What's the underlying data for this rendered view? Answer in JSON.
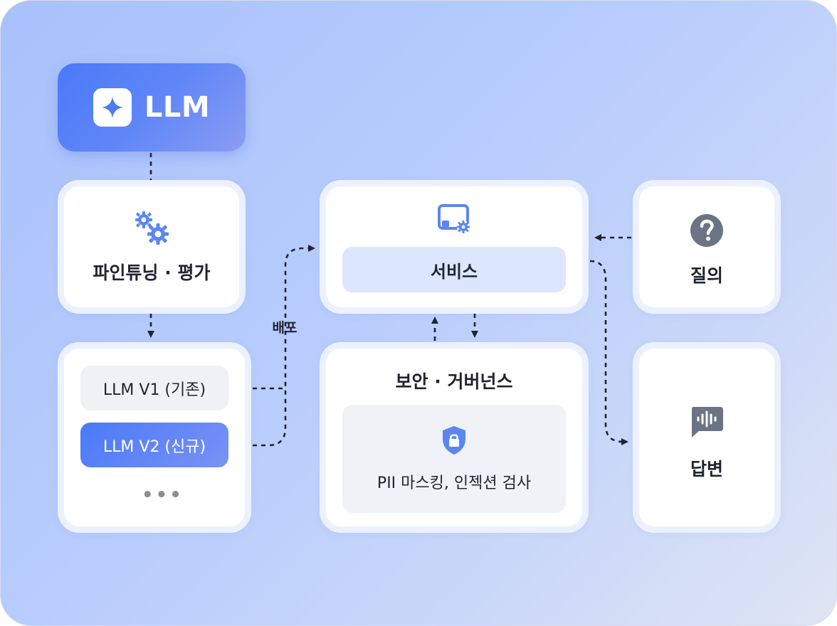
{
  "llm": {
    "title": "LLM",
    "icon": "sparkle-icon"
  },
  "finetune": {
    "label": "파인튜닝 · 평가",
    "icon": "gears-icon"
  },
  "models": {
    "v1": "LLM V1 (기존)",
    "v2": "LLM V2 (신규)",
    "more": "•••"
  },
  "deploy": {
    "label": "배포"
  },
  "service": {
    "label": "서비스",
    "icon": "monitor-gear-icon"
  },
  "security": {
    "title": "보안 · 거버넌스",
    "detail": "PII 마스킹, 인젝션 검사",
    "icon": "shield-lock-icon"
  },
  "query": {
    "label": "질의",
    "icon": "question-circle-icon"
  },
  "answer": {
    "label": "답변",
    "icon": "voice-chat-icon"
  },
  "colors": {
    "accent": "#4a7af8",
    "icon_blue": "#5b86f0",
    "icon_gray": "#6b7485",
    "service_pill": "#dce6fe",
    "security_panel": "#f0f2f8",
    "v1_pill": "#f0f1f4"
  }
}
